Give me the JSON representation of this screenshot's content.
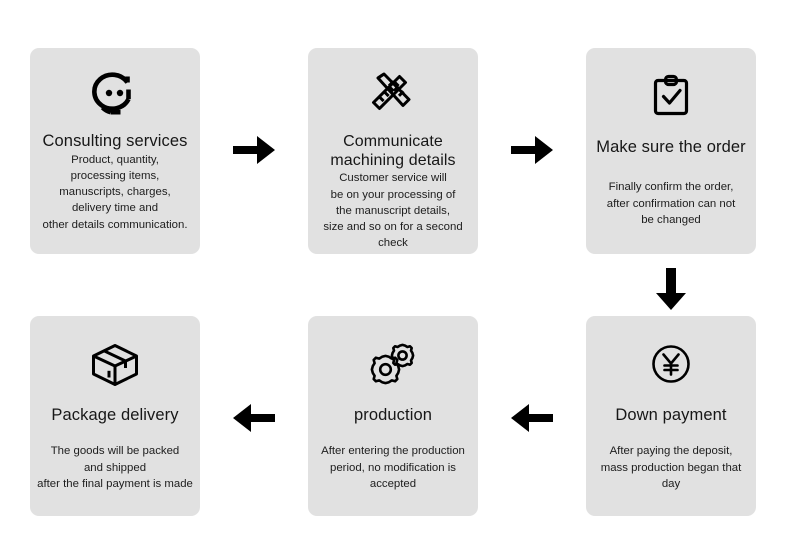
{
  "diagram": {
    "type": "process-flow",
    "background_color": "#ffffff",
    "card_color": "#e1e1e1",
    "text_color": "#1a1a1a",
    "arrow_color": "#000000",
    "steps": [
      {
        "id": "consulting-services",
        "icon": "headset-support-icon",
        "title": "Consulting services",
        "body": "Product, quantity,\nprocessing items,\nmanuscripts, charges,\ndelivery time and\nother details communication."
      },
      {
        "id": "communicate-machining-details",
        "icon": "pencil-ruler-icon",
        "title": "Communicate\nmachining details",
        "body": "Customer service will\nbe on your processing of\nthe manuscript details,\nsize and so on for a second check"
      },
      {
        "id": "make-sure-the-order",
        "icon": "clipboard-check-icon",
        "title": "Make sure the order",
        "body": "Finally confirm the order,\nafter confirmation can not\nbe changed"
      },
      {
        "id": "down-payment",
        "icon": "yen-circle-icon",
        "title": "Down payment",
        "body": "After paying the deposit,\nmass production began that day"
      },
      {
        "id": "production",
        "icon": "gears-icon",
        "title": "production",
        "body": "After entering the production\nperiod, no modification is\naccepted"
      },
      {
        "id": "package-delivery",
        "icon": "package-box-icon",
        "title": "Package delivery",
        "body": "The goods will be packed\nand shipped\nafter the final payment is made"
      }
    ],
    "connectors": [
      {
        "id": "arrow-consulting-to-communicate",
        "icon": "arrow-right-icon",
        "direction": "right"
      },
      {
        "id": "arrow-communicate-to-order",
        "icon": "arrow-right-icon",
        "direction": "right"
      },
      {
        "id": "arrow-order-to-payment",
        "icon": "arrow-down-icon",
        "direction": "down"
      },
      {
        "id": "arrow-payment-to-production",
        "icon": "arrow-left-icon",
        "direction": "left"
      },
      {
        "id": "arrow-production-to-delivery",
        "icon": "arrow-left-icon",
        "direction": "left"
      }
    ]
  }
}
